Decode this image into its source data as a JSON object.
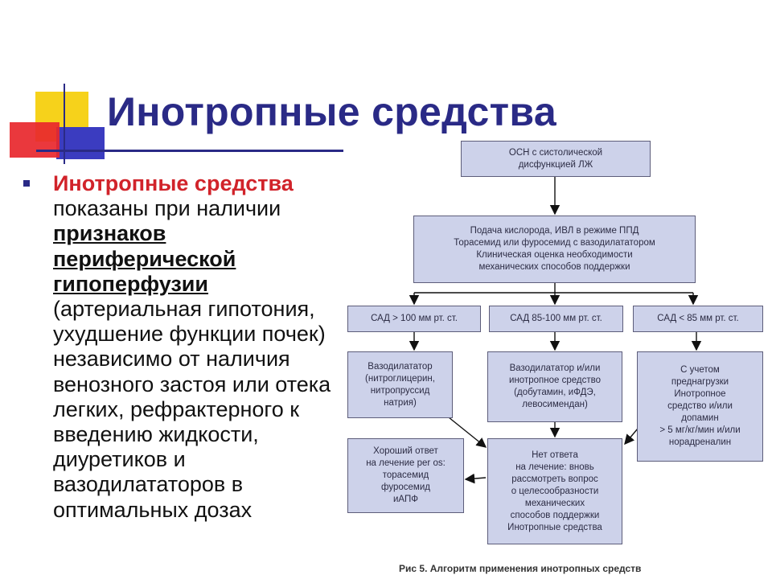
{
  "slide": {
    "title": "Инотропные средства",
    "body": {
      "lead_red": "Инотропные средства",
      "text_1": " показаны при наличии ",
      "underline": "признаков периферической гипоперфузии",
      "text_2": " (артериальная гипотония, ухудшение функции почек) независимо от наличия венозного застоя или отека легких, рефрактерного к введению жидкости, диуретиков и вазодилататоров в оптимальных дозах"
    }
  },
  "algorithm": {
    "top": "ОСН с систолической\nдисфункцией ЛЖ",
    "second": "Подача кислорода, ИВЛ в режиме ППД\nТорасемид или фуросемид с вазодилататором\nКлиническая оценка необходимости\nмеханических способов поддержки",
    "sad_left": "САД > 100 мм рт. ст.",
    "sad_mid": "САД 85-100 мм рт. ст.",
    "sad_right": "САД < 85 мм рт. ст.",
    "treat_left": "Вазодилататор\n(нитроглицерин,\nнитропруссид\nнатрия)",
    "treat_mid": "Вазодилататор и/или\nинотропное средство\n(добутамин, иФДЭ,\nлевосимендан)",
    "treat_right": "С учетом\nпреднагрузки\nИнотропное\nсредство и/или\nдопамин\n> 5 мг/кг/мин и/или\nнорадреналин",
    "good_response": "Хороший ответ\nна лечение per os:\nторасемид\nфуросемид\nиАПФ",
    "no_response": "Нет ответа\nна лечение: вновь\nрассмотреть вопрос\nо целесообразности\nмеханических\nспособов поддержки\nИнотропные средства",
    "caption": "Рис 5. Алгоритм применения инотропных средств"
  },
  "colors": {
    "title": "#2a2a86",
    "highlight_red": "#d1232a",
    "box_fill": "#cdd2ea",
    "deco_yellow": "#f6d21b",
    "deco_red": "#e8272c",
    "deco_blue": "#3b3cc0"
  }
}
